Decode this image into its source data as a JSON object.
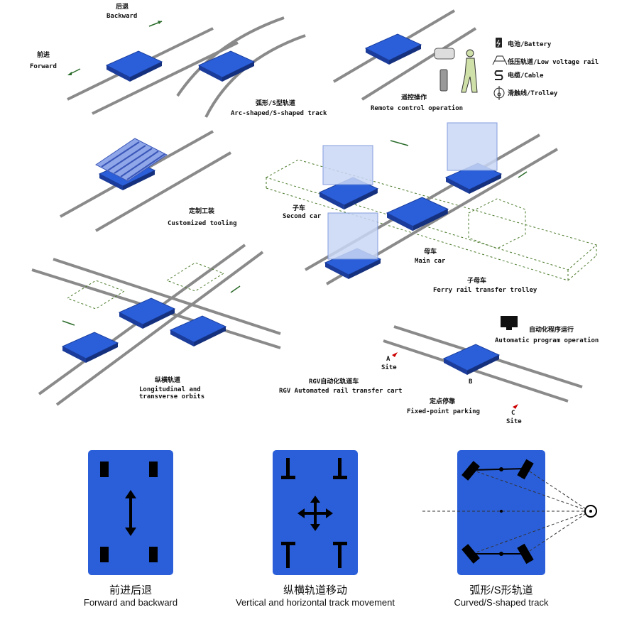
{
  "scenes": {
    "forward_backward": {
      "backward_zh": "后退",
      "backward_en": "Backward",
      "forward_zh": "前进",
      "forward_en": "Forward"
    },
    "arc_track": {
      "zh": "弧形/S型轨道",
      "en": "Arc-shaped/S-shaped track"
    },
    "remote": {
      "zh": "遥控操作",
      "en": "Remote control operation"
    },
    "power_options": [
      {
        "icon": "battery-icon",
        "label": "电池/Battery"
      },
      {
        "icon": "rail-icon",
        "label": "低压轨道/Low voltage rail"
      },
      {
        "icon": "cable-icon",
        "label": "电缆/Cable"
      },
      {
        "icon": "trolley-icon",
        "label": "滑触线/Trolley"
      }
    ],
    "tooling": {
      "zh": "定制工装",
      "en": "Customized tooling"
    },
    "ferry": {
      "second_zh": "子车",
      "second_en": "Second car",
      "main_zh": "母车",
      "main_en": "Main car",
      "title_zh": "子母车",
      "title_en": "Ferry rail transfer trolley"
    },
    "cross": {
      "zh": "纵横轨道",
      "en1": "Longitudinal and",
      "en2": "transverse orbits"
    },
    "rgv": {
      "auto_zh": "自动化程序运行",
      "auto_en": "Automatic program operation",
      "site_a": "A",
      "site_b": "B",
      "site_c": "C",
      "site": "Site",
      "zh": "RGV自动化轨道车",
      "en": "RGV Automated rail transfer cart",
      "park_zh": "定点停靠",
      "park_en": "Fixed-point parking"
    }
  },
  "modes": [
    {
      "zh": "前进后退",
      "en": "Forward and backward"
    },
    {
      "zh": "纵横轨道移动",
      "en": "Vertical and horizontal track movement"
    },
    {
      "zh": "弧形/S形轨道",
      "en": "Curved/S-shaped track"
    }
  ],
  "colors": {
    "cart": "#2b5fd9",
    "rail": "#8a8a8a",
    "dashed": "#4a7a2a"
  }
}
